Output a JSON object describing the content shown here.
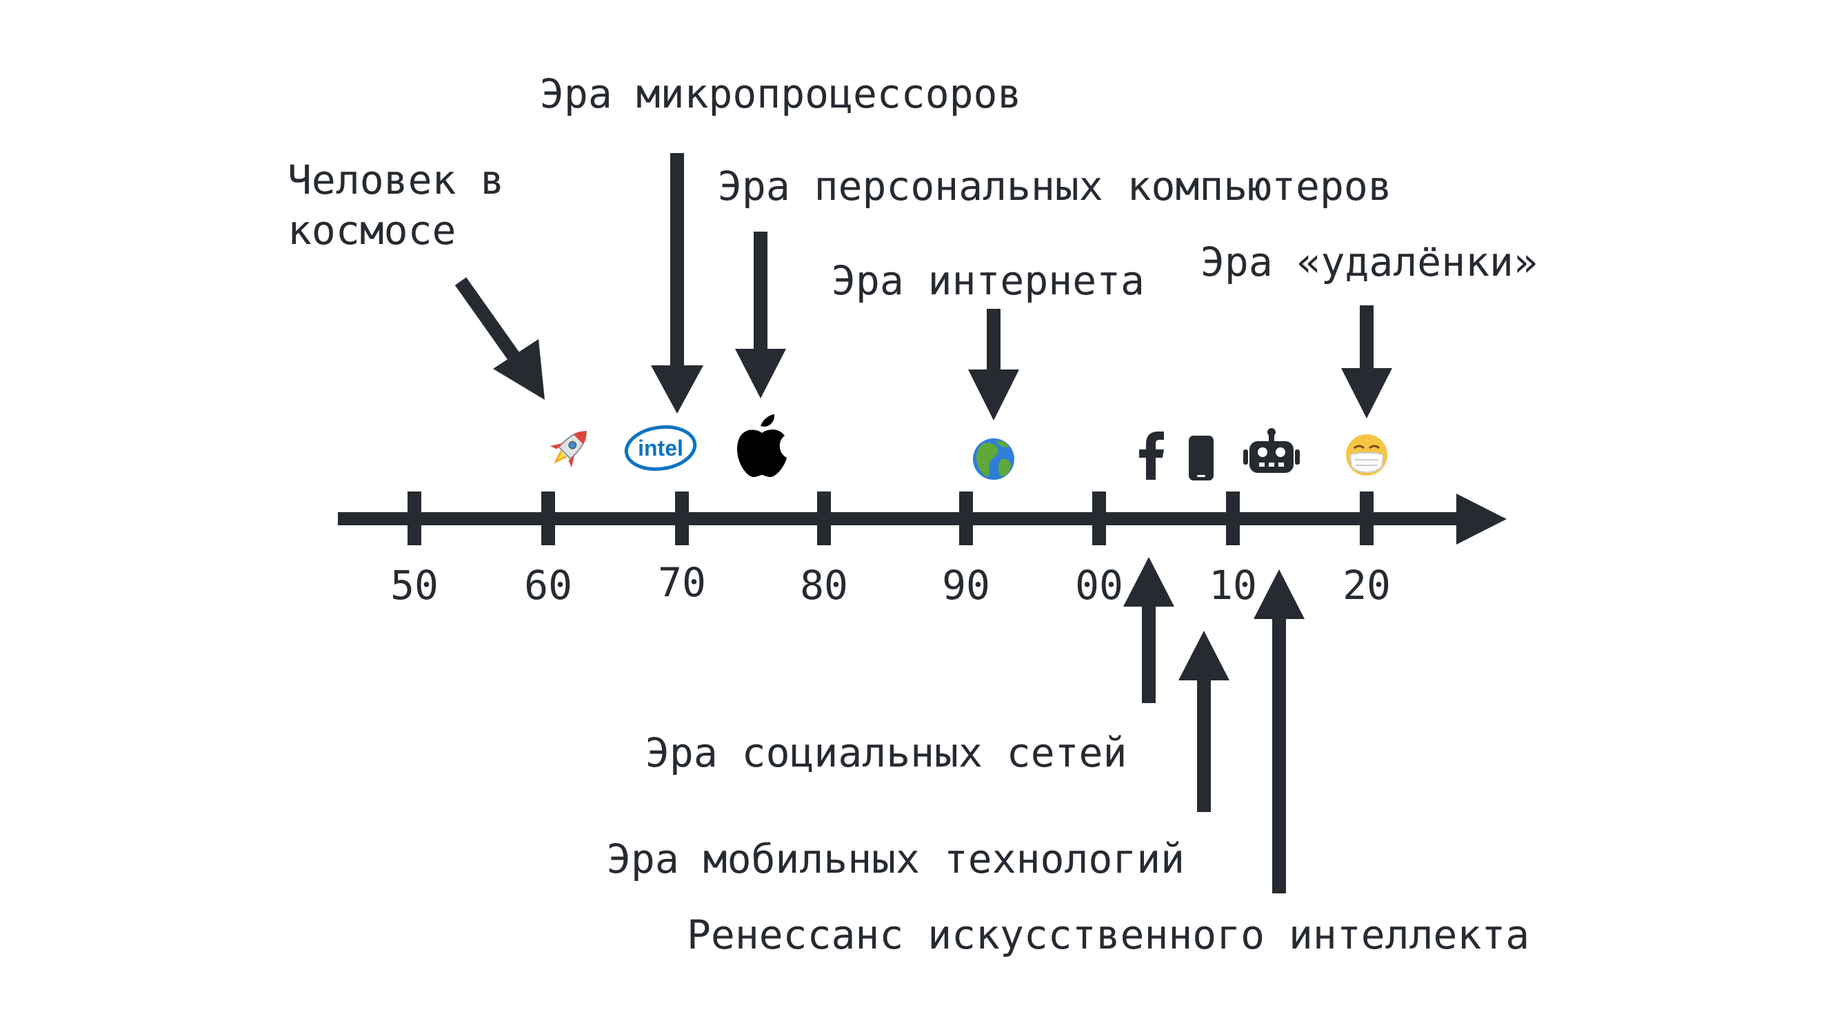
{
  "timeline": {
    "ticks": [
      {
        "label": "50"
      },
      {
        "label": "60"
      },
      {
        "label": "70"
      },
      {
        "label": "80"
      },
      {
        "label": "90"
      },
      {
        "label": "00"
      },
      {
        "label": "10"
      },
      {
        "label": "20"
      }
    ]
  },
  "events": {
    "space": {
      "line1": "Человек в",
      "line2": "космосе",
      "icon": "rocket-icon"
    },
    "microprocessors": {
      "label": "Эра микропроцессоров",
      "icon": "intel-logo"
    },
    "personal_computers": {
      "label": "Эра персональных компьютеров",
      "icon": "apple-logo-icon"
    },
    "internet": {
      "label": "Эра интернета",
      "icon": "globe-icon"
    },
    "remote_work": {
      "label": "Эра «удалёнки»",
      "icon": "face-with-mask-icon"
    },
    "social_networks": {
      "label": "Эра социальных сетей",
      "icon": "facebook-icon"
    },
    "mobile": {
      "label": "Эра мобильных технологий",
      "icon": "smartphone-icon"
    },
    "ai": {
      "label": "Ренессанс искусственного интеллекта",
      "icon": "robot-icon"
    }
  },
  "logos": {
    "intel_text": "intel"
  },
  "colors": {
    "ink": "#262b31",
    "intel_blue": "#0b74c4",
    "rocket_red": "#e0443a",
    "globe_blue": "#2f7ed8",
    "globe_green": "#5fa83a",
    "mask_face": "#f6c544"
  }
}
